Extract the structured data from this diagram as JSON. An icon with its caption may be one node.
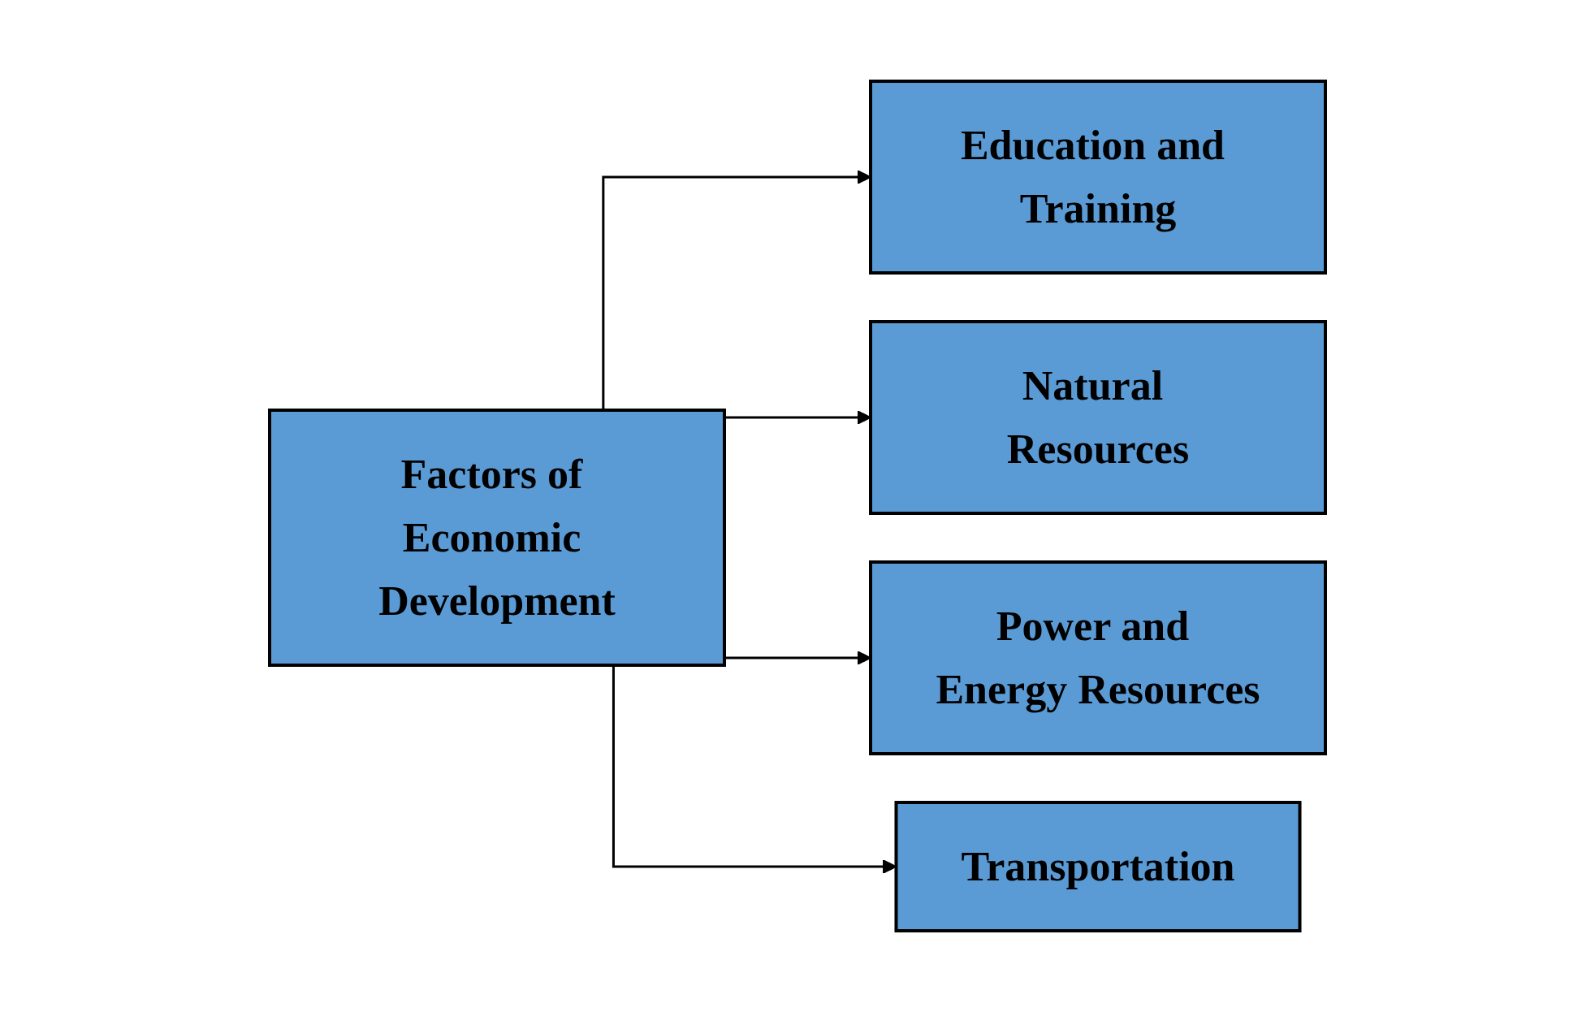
{
  "diagram": {
    "nodes": [
      {
        "text": [
          "Factors of Economic Development"
        ]
      },
      {
        "text": [
          "Education and Training"
        ]
      },
      {
        "text": [
          "Natural Resources"
        ]
      },
      {
        "text": [
          "Power and Energy Resources"
        ]
      },
      {
        "text": [
          "Transportation"
        ]
      }
    ],
    "edges": [
      {
        "from": 0,
        "to": 1,
        "arrow": "to"
      },
      {
        "from": 0,
        "to": 2,
        "arrow": "to"
      },
      {
        "from": 0,
        "to": 3,
        "arrow": "to"
      },
      {
        "from": 0,
        "to": 4,
        "arrow": "to"
      }
    ]
  }
}
